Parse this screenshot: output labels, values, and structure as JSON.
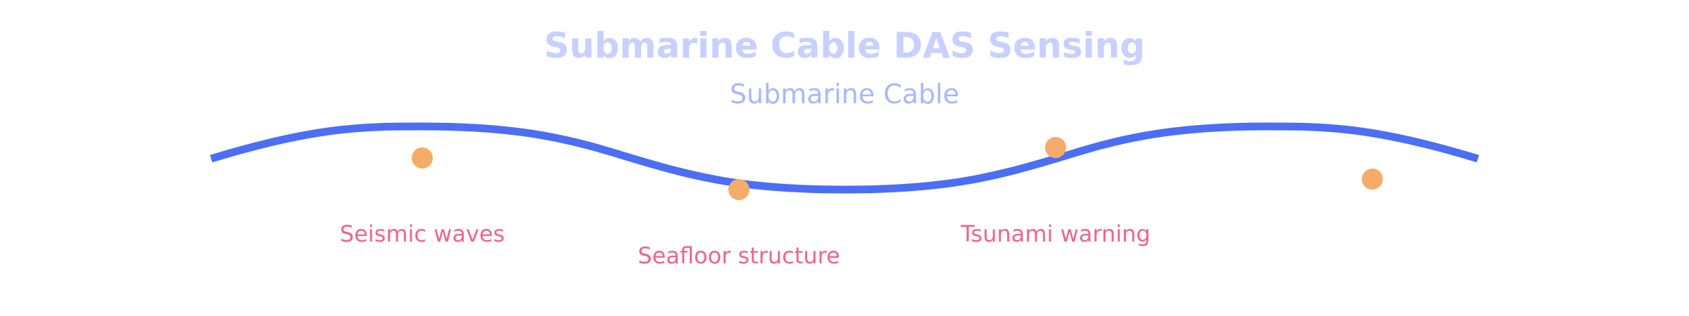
{
  "title": "Submarine Cable DAS Sensing",
  "subtitle": "Submarine Cable",
  "markers": [
    {
      "label": "Seismic waves"
    },
    {
      "label": "Seafloor structure"
    },
    {
      "label": "Tsunami warning"
    },
    {
      "label": ""
    }
  ],
  "colors": {
    "title": "#c7d0ff",
    "subtitle": "#aab6ff",
    "cable": "#4c6ef5",
    "marker": "#f5ac68",
    "label": "#ee6688"
  }
}
